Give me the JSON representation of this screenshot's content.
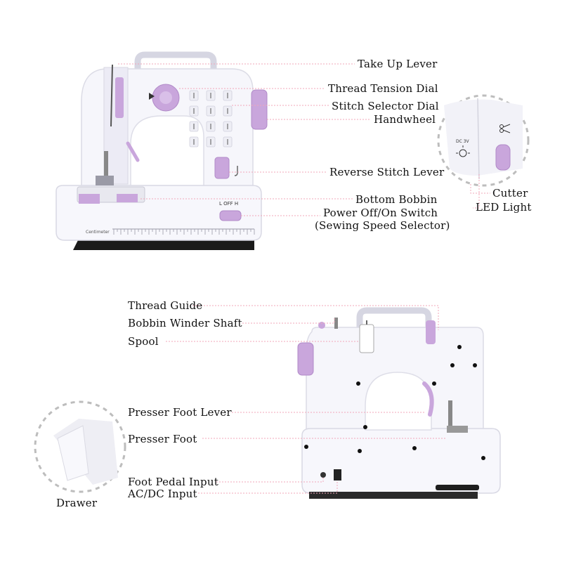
{
  "colors": {
    "accent": "#c9a6dc",
    "accent_dark": "#a77ac2",
    "body": "#f5f5fb",
    "outline": "#d9d9e4",
    "leader": "#f1a7ba",
    "text": "#111111"
  },
  "machine_front": {
    "switch_text": "L  OFF  H",
    "ruler_text": "Centimeter"
  },
  "inset_light": {
    "light_text": "DC 3V"
  },
  "labels": {
    "take_up_lever": "Take Up Lever",
    "thread_tension_dial": "Thread Tension Dial",
    "stitch_selector_dial": "Stitch Selector Dial",
    "handwheel": "Handwheel",
    "reverse_stitch_lever": "Reverse Stitch Lever",
    "bottom_bobbin": "Bottom Bobbin",
    "power_switch": "Power Off/On Switch",
    "speed_selector": "(Sewing Speed Selector)",
    "cutter": "Cutter",
    "led_light": "LED Light",
    "thread_guide": "Thread Guide",
    "bobbin_winder_shaft": "Bobbin Winder Shaft",
    "spool": "Spool",
    "presser_foot_lever": "Presser Foot Lever",
    "presser_foot": "Presser Foot",
    "foot_pedal_input": "Foot Pedal Input",
    "acdc_input": "AC/DC Input",
    "drawer": "Drawer"
  }
}
